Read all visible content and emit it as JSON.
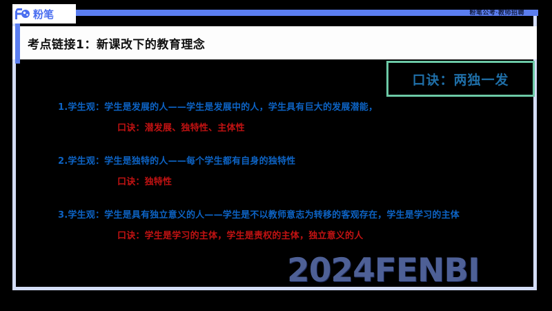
{
  "brand": {
    "logo_text": "粉笔",
    "logo_icon": "fb-logo-icon"
  },
  "header": {
    "top_note": "粉笔公考·教师招聘",
    "title": "考点链接1：新课改下的教育理念"
  },
  "mnemonic": {
    "label": "口诀：两独一发"
  },
  "content": {
    "blocks": [
      {
        "main": "1.学生观：学生是发展的人——学生是发展中的人，学生具有巨大的发展潜能，",
        "sub": "口诀：潜发展、独特性、主体性"
      },
      {
        "main": "2.学生观：学生是独特的人——每个学生都有自身的独特性",
        "sub": "口诀：独特性"
      },
      {
        "main": "3.学生观：学生是具有独立意义的人——学生是不以教师意志为转移的客观存在，学生是学习的主体",
        "sub": "口诀：学生是学习的主体，学生是责权的主体，独立意义的人"
      }
    ]
  },
  "watermark": {
    "text": "2024FENBI"
  },
  "colors": {
    "accent_blue": "#5b7ef0",
    "frame": "#d4ddf7",
    "text_blue": "#0d63c4",
    "text_red": "#c11212",
    "mnemonic_border": "#6cc9a6",
    "mnemonic_text": "#1f6fa8",
    "background": "#000000"
  }
}
